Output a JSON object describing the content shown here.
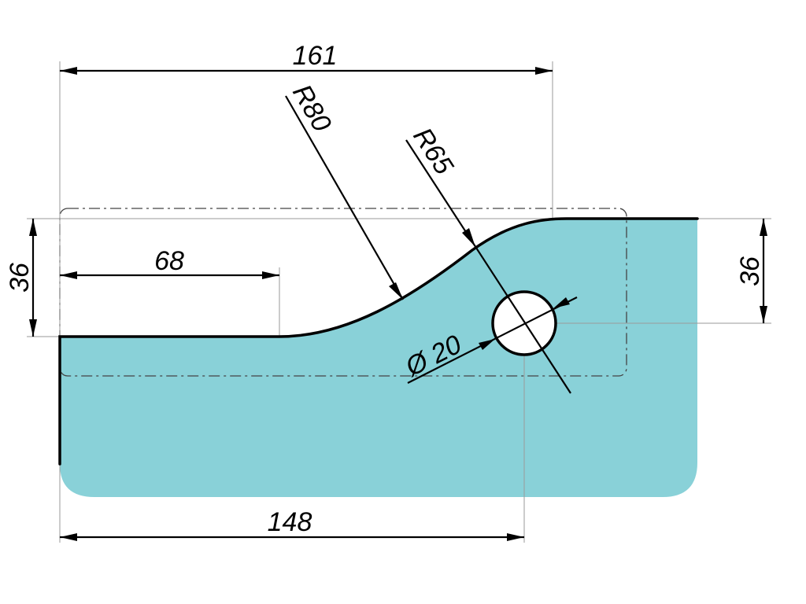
{
  "drawing": {
    "fill_color": "#89d1d8",
    "outline_color": "#000000",
    "dimensions": {
      "overall_width": "161",
      "left_height": "36",
      "right_height": "36",
      "flat_length": "68",
      "hole_offset": "148",
      "radius_large": "R80",
      "radius_small": "R65",
      "hole_diameter": "Ø 20"
    }
  }
}
